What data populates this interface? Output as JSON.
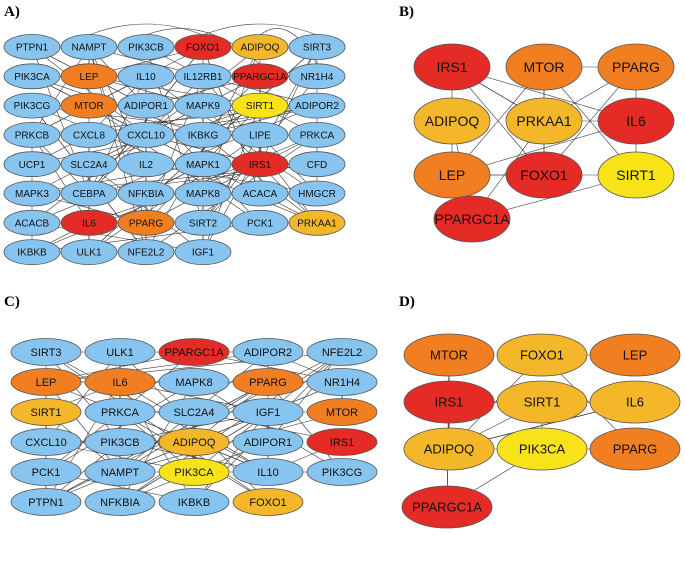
{
  "colors": {
    "blue": "#87c5f0",
    "yellow": "#f7e318",
    "amber": "#f5b72a",
    "orange": "#f27e22",
    "red": "#e52b25",
    "edge": "#3c3c3c"
  },
  "panels": [
    {
      "label": "A)",
      "nodes": [
        {
          "id": "PTPN1",
          "c": "blue"
        },
        {
          "id": "NAMPT",
          "c": "blue"
        },
        {
          "id": "PIK3CB",
          "c": "blue"
        },
        {
          "id": "FOXO1",
          "c": "red"
        },
        {
          "id": "ADIPOQ",
          "c": "amber"
        },
        {
          "id": "SIRT3",
          "c": "blue"
        },
        {
          "id": "PIK3CA",
          "c": "blue"
        },
        {
          "id": "LEP",
          "c": "orange"
        },
        {
          "id": "IL10",
          "c": "blue"
        },
        {
          "id": "IL12RB1",
          "c": "blue"
        },
        {
          "id": "PPARGC1A",
          "c": "red"
        },
        {
          "id": "NR1H4",
          "c": "blue"
        },
        {
          "id": "PIK3CG",
          "c": "blue"
        },
        {
          "id": "MTOR",
          "c": "orange"
        },
        {
          "id": "ADIPOR1",
          "c": "blue"
        },
        {
          "id": "MAPK9",
          "c": "blue"
        },
        {
          "id": "SIRT1",
          "c": "yellow"
        },
        {
          "id": "ADIPOR2",
          "c": "blue"
        },
        {
          "id": "PRKCB",
          "c": "blue"
        },
        {
          "id": "CXCL8",
          "c": "blue"
        },
        {
          "id": "CXCL10",
          "c": "blue"
        },
        {
          "id": "IKBKG",
          "c": "blue"
        },
        {
          "id": "LIPE",
          "c": "blue"
        },
        {
          "id": "PRKCA",
          "c": "blue"
        },
        {
          "id": "UCP1",
          "c": "blue"
        },
        {
          "id": "SLC2A4",
          "c": "blue"
        },
        {
          "id": "IL2",
          "c": "blue"
        },
        {
          "id": "MAPK1",
          "c": "blue"
        },
        {
          "id": "IRS1",
          "c": "red"
        },
        {
          "id": "CFD",
          "c": "blue"
        },
        {
          "id": "MAPK3",
          "c": "blue"
        },
        {
          "id": "CEBPA",
          "c": "blue"
        },
        {
          "id": "NFKBIA",
          "c": "blue"
        },
        {
          "id": "MAPK8",
          "c": "blue"
        },
        {
          "id": "ACACA",
          "c": "blue"
        },
        {
          "id": "HMGCR",
          "c": "blue"
        },
        {
          "id": "ACACB",
          "c": "blue"
        },
        {
          "id": "IL6",
          "c": "red"
        },
        {
          "id": "PPARG",
          "c": "orange"
        },
        {
          "id": "SIRT2",
          "c": "blue"
        },
        {
          "id": "PCK1",
          "c": "blue"
        },
        {
          "id": "PRKAA1",
          "c": "amber"
        },
        {
          "id": "IKBKB",
          "c": "blue"
        },
        {
          "id": "ULK1",
          "c": "blue"
        },
        {
          "id": "NFE2L2",
          "c": "blue"
        },
        {
          "id": "IGF1",
          "c": "blue"
        }
      ]
    },
    {
      "label": "B)",
      "nodes": [
        {
          "id": "IRS1",
          "c": "red"
        },
        {
          "id": "MTOR",
          "c": "orange"
        },
        {
          "id": "PPARG",
          "c": "orange"
        },
        {
          "id": "ADIPOQ",
          "c": "amber"
        },
        {
          "id": "PRKAA1",
          "c": "amber"
        },
        {
          "id": "IL6",
          "c": "red"
        },
        {
          "id": "LEP",
          "c": "orange"
        },
        {
          "id": "FOXO1",
          "c": "red"
        },
        {
          "id": "SIRT1",
          "c": "yellow"
        },
        {
          "id": "PPARGC1A",
          "c": "red"
        }
      ]
    },
    {
      "label": "C)",
      "nodes": [
        {
          "id": "SIRT3",
          "c": "blue"
        },
        {
          "id": "ULK1",
          "c": "blue"
        },
        {
          "id": "PPARGC1A",
          "c": "red"
        },
        {
          "id": "ADIPOR2",
          "c": "blue"
        },
        {
          "id": "NFE2L2",
          "c": "blue"
        },
        {
          "id": "LEP",
          "c": "orange"
        },
        {
          "id": "IL6",
          "c": "orange"
        },
        {
          "id": "MAPK8",
          "c": "blue"
        },
        {
          "id": "PPARG",
          "c": "orange"
        },
        {
          "id": "NR1H4",
          "c": "blue"
        },
        {
          "id": "SIRT1",
          "c": "amber"
        },
        {
          "id": "PRKCA",
          "c": "blue"
        },
        {
          "id": "SLC2A4",
          "c": "blue"
        },
        {
          "id": "IGF1",
          "c": "blue"
        },
        {
          "id": "MTOR",
          "c": "orange"
        },
        {
          "id": "CXCL10",
          "c": "blue"
        },
        {
          "id": "PIK3CB",
          "c": "blue"
        },
        {
          "id": "ADIPOQ",
          "c": "amber"
        },
        {
          "id": "ADIPOR1",
          "c": "blue"
        },
        {
          "id": "IRS1",
          "c": "red"
        },
        {
          "id": "PCK1",
          "c": "blue"
        },
        {
          "id": "NAMPT",
          "c": "blue"
        },
        {
          "id": "PIK3CA",
          "c": "yellow"
        },
        {
          "id": "IL10",
          "c": "blue"
        },
        {
          "id": "PIK3CG",
          "c": "blue"
        },
        {
          "id": "PTPN1",
          "c": "blue"
        },
        {
          "id": "NFKBIA",
          "c": "blue"
        },
        {
          "id": "IKBKB",
          "c": "blue"
        },
        {
          "id": "FOXO1",
          "c": "amber"
        }
      ]
    },
    {
      "label": "D)",
      "nodes": [
        {
          "id": "MTOR",
          "c": "orange"
        },
        {
          "id": "FOXO1",
          "c": "amber"
        },
        {
          "id": "LEP",
          "c": "orange"
        },
        {
          "id": "IRS1",
          "c": "red"
        },
        {
          "id": "SIRT1",
          "c": "amber"
        },
        {
          "id": "IL6",
          "c": "amber"
        },
        {
          "id": "ADIPOQ",
          "c": "amber"
        },
        {
          "id": "PIK3CA",
          "c": "yellow"
        },
        {
          "id": "PPARG",
          "c": "orange"
        },
        {
          "id": "PPARGC1A",
          "c": "red"
        }
      ]
    }
  ]
}
